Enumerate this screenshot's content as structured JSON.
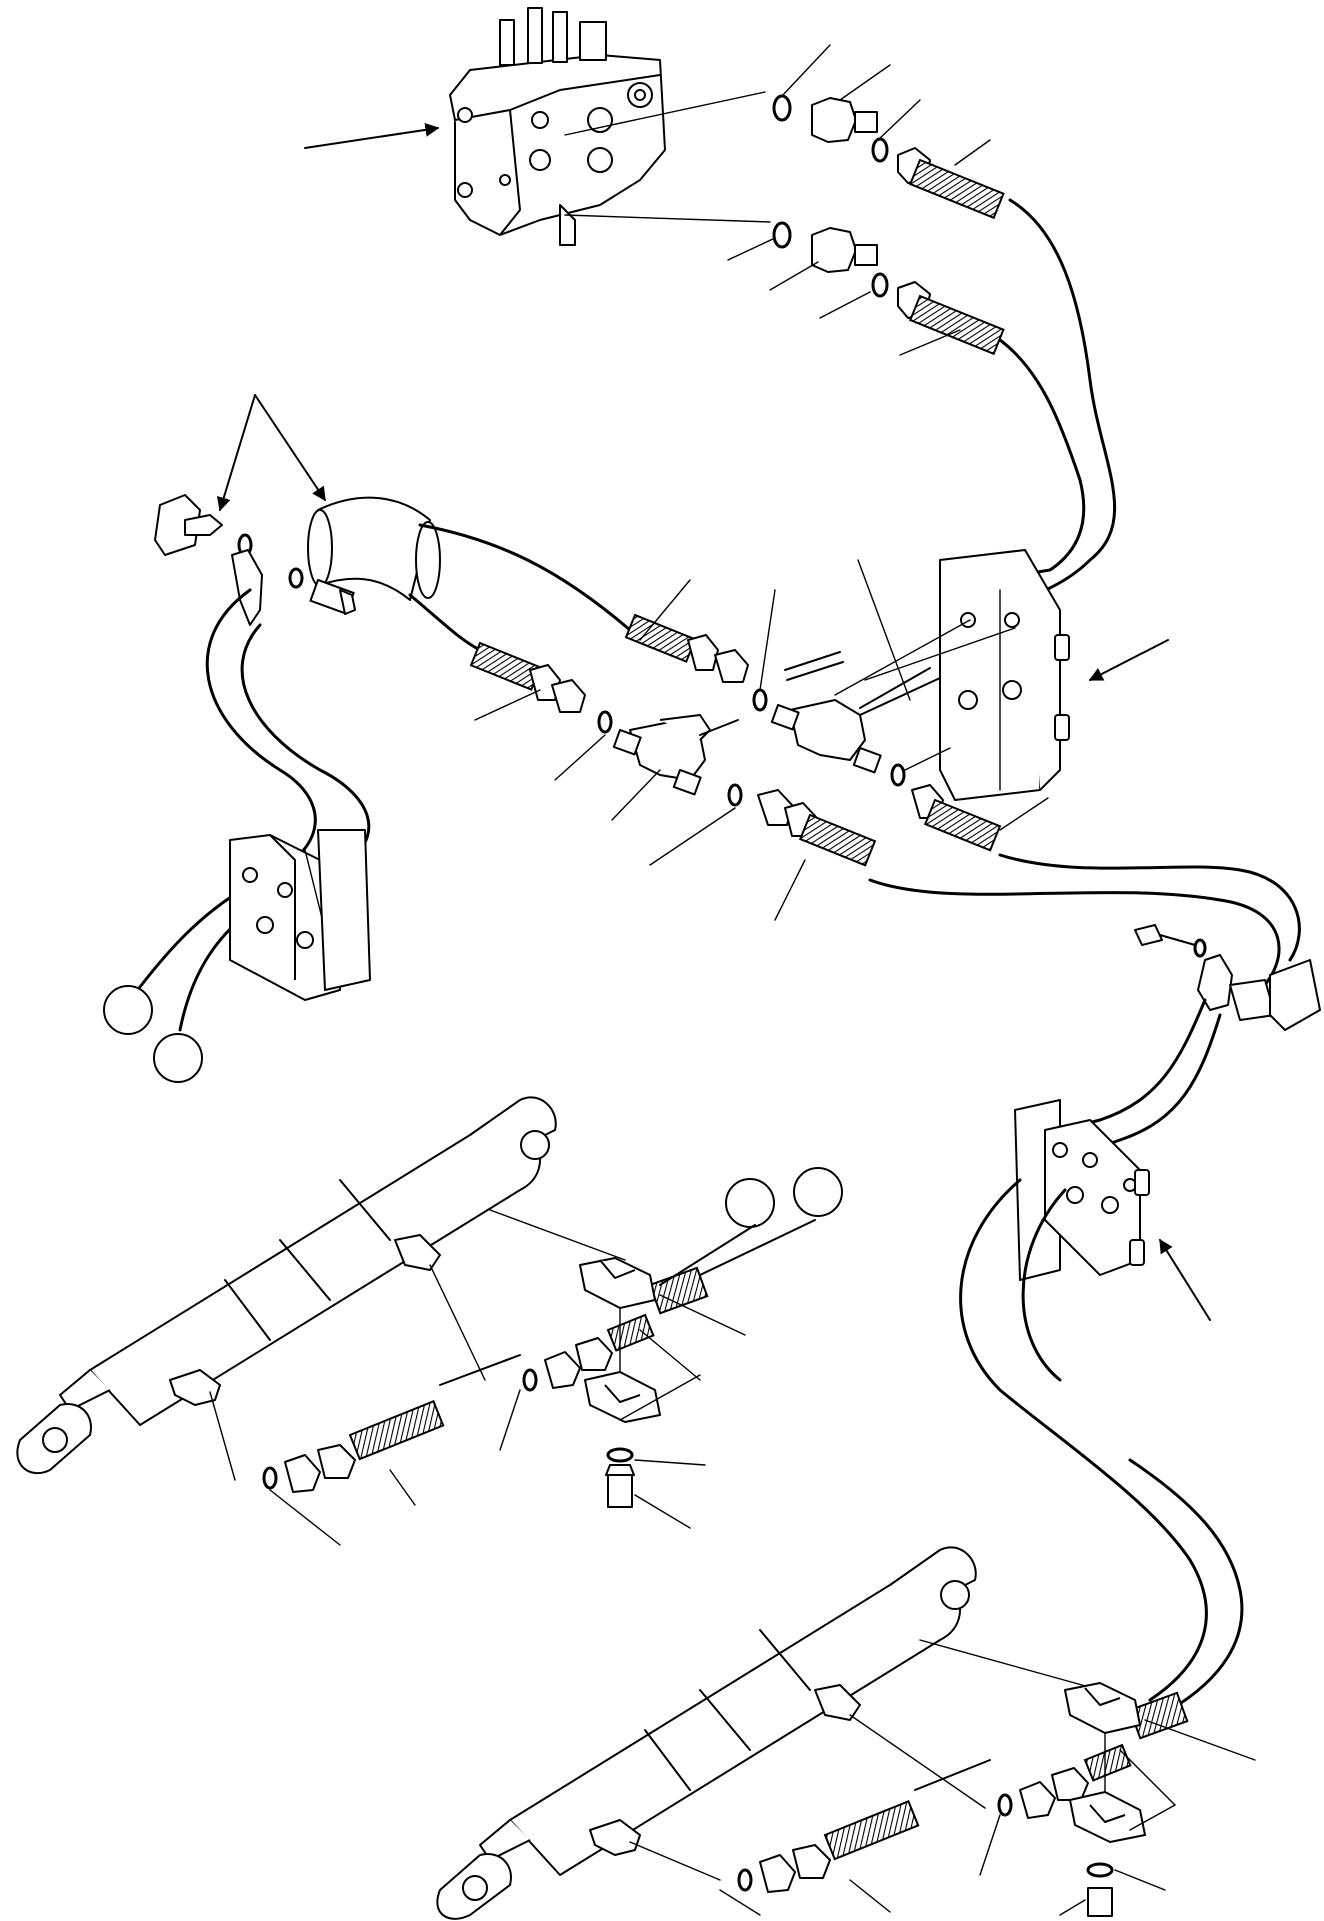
{
  "diagram": {
    "components": [
      {
        "name": "control-valve"
      },
      {
        "name": "upper-right-bracket"
      },
      {
        "name": "left-bracket"
      },
      {
        "name": "right-middle-bracket"
      },
      {
        "name": "left-cylinder"
      },
      {
        "name": "right-cylinder"
      }
    ],
    "reference_markers": [
      {
        "id": "circle-1",
        "label": ""
      },
      {
        "id": "circle-2",
        "label": ""
      },
      {
        "id": "circle-3",
        "label": ""
      },
      {
        "id": "circle-4",
        "label": ""
      }
    ],
    "colors": {
      "line": "#000000",
      "background": "#ffffff"
    }
  }
}
